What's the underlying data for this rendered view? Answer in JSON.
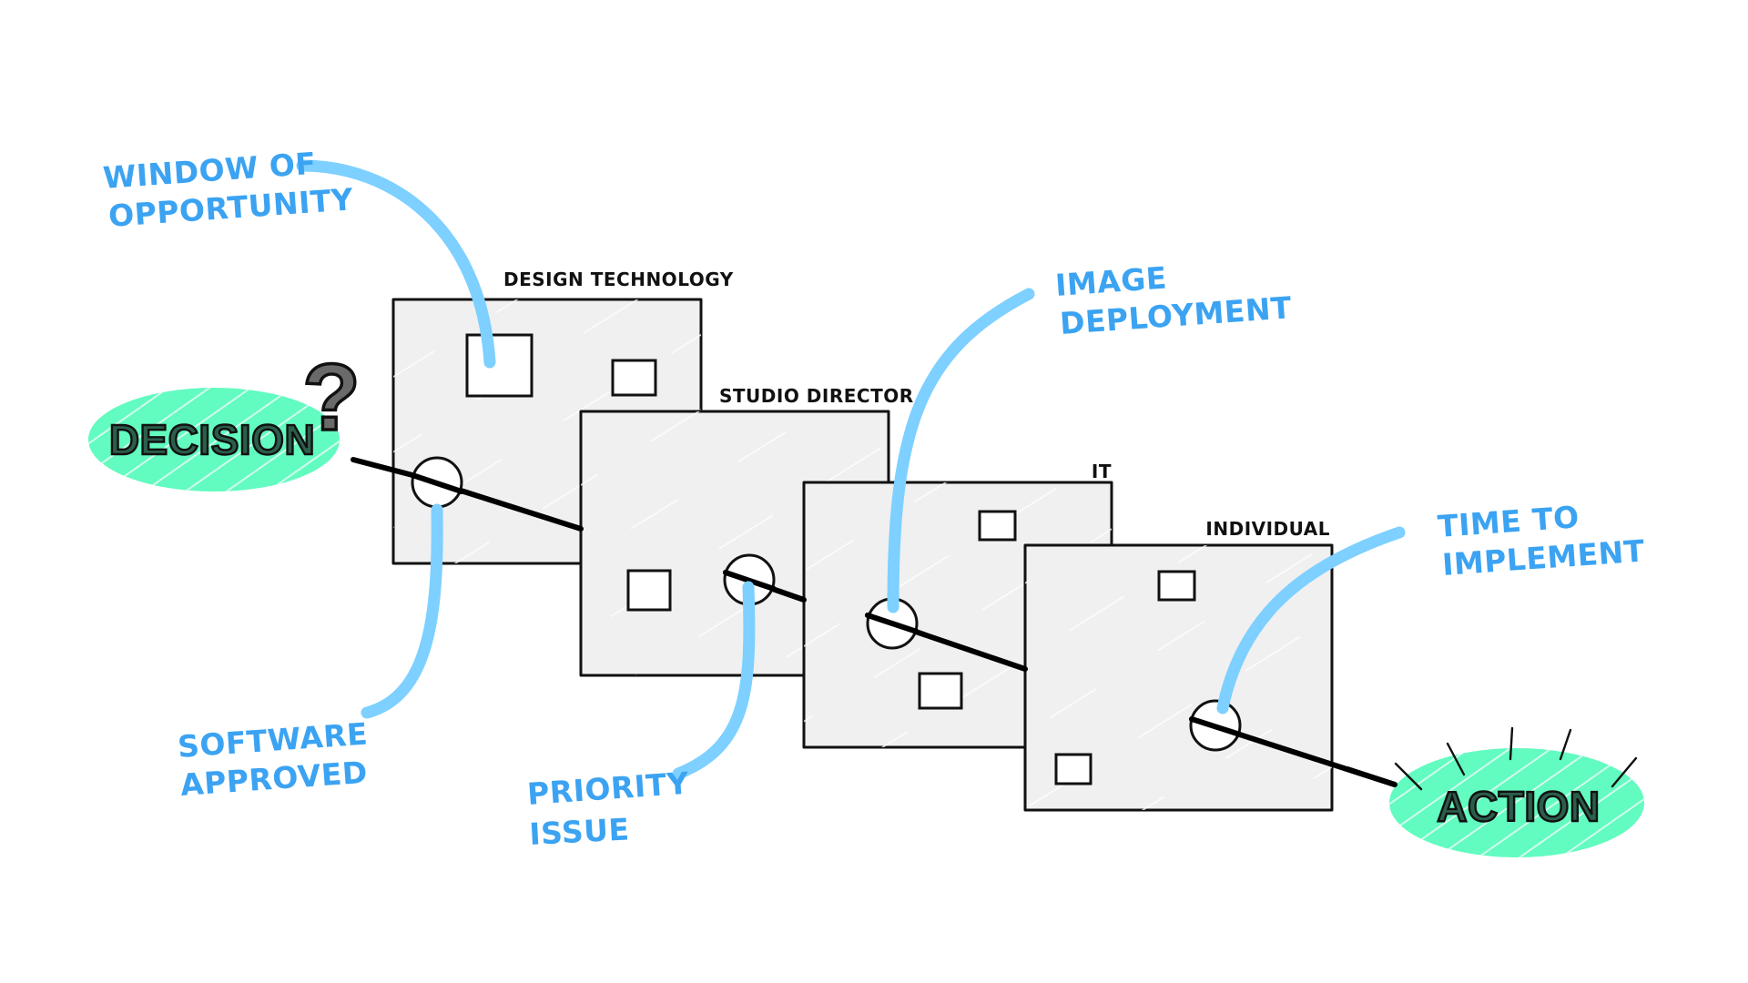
{
  "diagram": {
    "start": {
      "label": "DECISION",
      "marker": "?"
    },
    "end": {
      "label": "ACTION"
    },
    "panels": [
      {
        "label": "DESIGN TECHNOLOGY"
      },
      {
        "label": "STUDIO DIRECTOR"
      },
      {
        "label": "IT"
      },
      {
        "label": "INDIVIDUAL"
      }
    ],
    "callouts": [
      {
        "lines": [
          "WINDOW OF",
          "OPPORTUNITY"
        ]
      },
      {
        "lines": [
          "SOFTWARE",
          "APPROVED"
        ]
      },
      {
        "lines": [
          "PRIORITY",
          "ISSUE"
        ]
      },
      {
        "lines": [
          "IMAGE",
          "DEPLOYMENT"
        ]
      },
      {
        "lines": [
          "TIME TO",
          "IMPLEMENT"
        ]
      }
    ]
  },
  "colors": {
    "callout_line": "#7dd0ff",
    "callout_text": "#3ba3f2",
    "blob": "#62fbc0",
    "panel_fill": "#f0f0f0",
    "ink": "#111111"
  }
}
